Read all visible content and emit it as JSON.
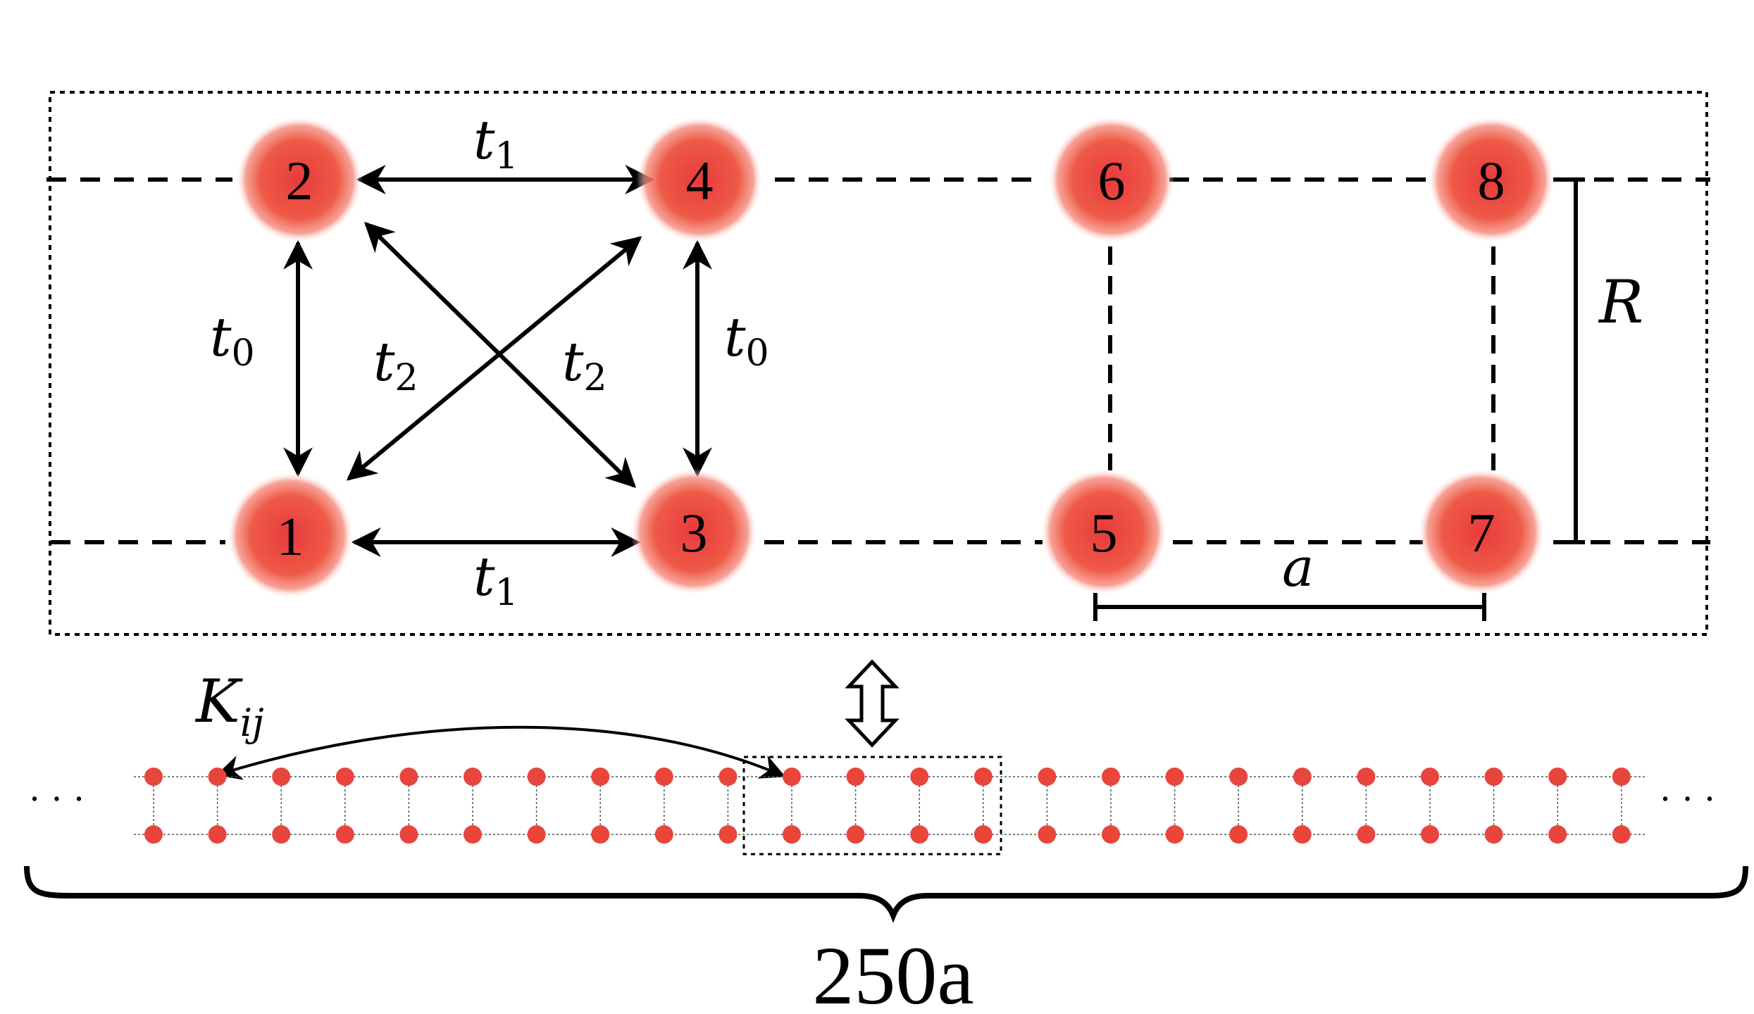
{
  "cell": {
    "sites": [
      {
        "id": "1",
        "label": "1"
      },
      {
        "id": "2",
        "label": "2"
      },
      {
        "id": "3",
        "label": "3"
      },
      {
        "id": "4",
        "label": "4"
      },
      {
        "id": "5",
        "label": "5"
      },
      {
        "id": "6",
        "label": "6"
      },
      {
        "id": "7",
        "label": "7"
      },
      {
        "id": "8",
        "label": "8"
      }
    ],
    "hoppings": {
      "t1_top": {
        "sym": "t",
        "sub": "1"
      },
      "t1_bottom": {
        "sym": "t",
        "sub": "1"
      },
      "t0_left": {
        "sym": "t",
        "sub": "0"
      },
      "t0_right": {
        "sym": "t",
        "sub": "0"
      },
      "t2_left": {
        "sym": "t",
        "sub": "2"
      },
      "t2_right": {
        "sym": "t",
        "sub": "2"
      }
    },
    "R_label": "R",
    "a_label": "a"
  },
  "chain": {
    "K_label": {
      "sym": "K",
      "sub": "ij"
    },
    "left_ellipsis": "· · ·",
    "right_ellipsis": "· · ·",
    "sites_per_row": 24,
    "length_label": "250a"
  },
  "colors": {
    "site": "#e8453c",
    "line": "#000000"
  }
}
